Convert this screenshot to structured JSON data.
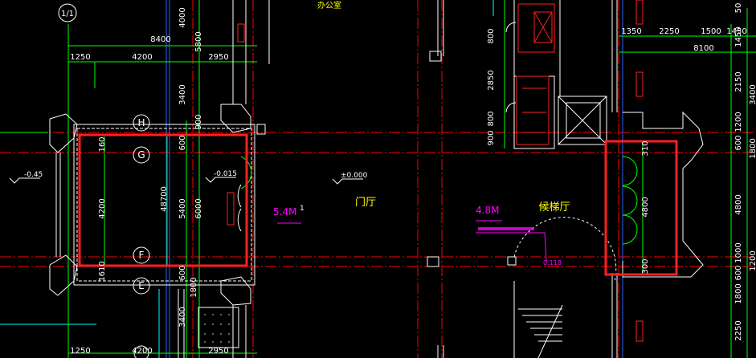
{
  "drawing": {
    "top_dims": {
      "d8400": "8400",
      "d1250": "1250",
      "d4200": "4200",
      "d2950": "2950"
    },
    "bottom_dims": {
      "d1250": "1250",
      "d4200": "4200",
      "d2950": "2950"
    },
    "vert_dims_a": {
      "d4000": "4000",
      "d5800": "5800",
      "d3400": "3400",
      "d900": "900",
      "d600a": "600",
      "d6000": "6000",
      "d600b": "600",
      "d1800": "1800",
      "d3400b": "3400"
    },
    "vert_dims_b": {
      "d160": "160",
      "d4200": "4200",
      "d1610": "1610"
    },
    "vert_dims_c": {
      "d4870": "48700",
      "d5400": "5400"
    },
    "right_vert_dims": {
      "d800": "800",
      "d2850": "2850",
      "d800b": "800",
      "d900": "900"
    },
    "far_right_dims": {
      "d1350": "1350",
      "d2250": "2250",
      "d1500": "1500",
      "d1450": "1450",
      "d8100": "8100"
    },
    "far_right_vert": {
      "d50": "50",
      "d1450": "1450",
      "d2150": "2150",
      "d3400": "3400",
      "d1200": "1200",
      "d600": "600",
      "d1800": "1800",
      "d4800": "4800",
      "d1000": "1000",
      "d1200b": "1200",
      "d600b": "600",
      "d1800b": "1800",
      "d2250": "2250"
    },
    "inner_right_dims": {
      "d310": "310",
      "d4800": "4800",
      "d300": "300"
    },
    "axis_labels": {
      "h": "H",
      "g": "G",
      "f": "F",
      "e": "E",
      "one_one": "1/1"
    },
    "levels": {
      "neg045": "-0.45",
      "neg0015": "-0.015",
      "zero": "±0.000",
      "lev2": "0.118"
    },
    "room_labels": {
      "lobby": "门厅",
      "elevator_hall": "候梯厅",
      "office": "办公室"
    },
    "heights": {
      "h54": "5.4M",
      "h48": "4.8M"
    },
    "note_mark": "1"
  },
  "colors": {
    "grid": "#ff0000",
    "wall": "#ffffff",
    "dim": "#00ff00",
    "highlight": "#ff2020",
    "accent": "#ff00ff",
    "cyan": "#00ffff",
    "blue": "#3060ff",
    "label": "#ffff00"
  }
}
